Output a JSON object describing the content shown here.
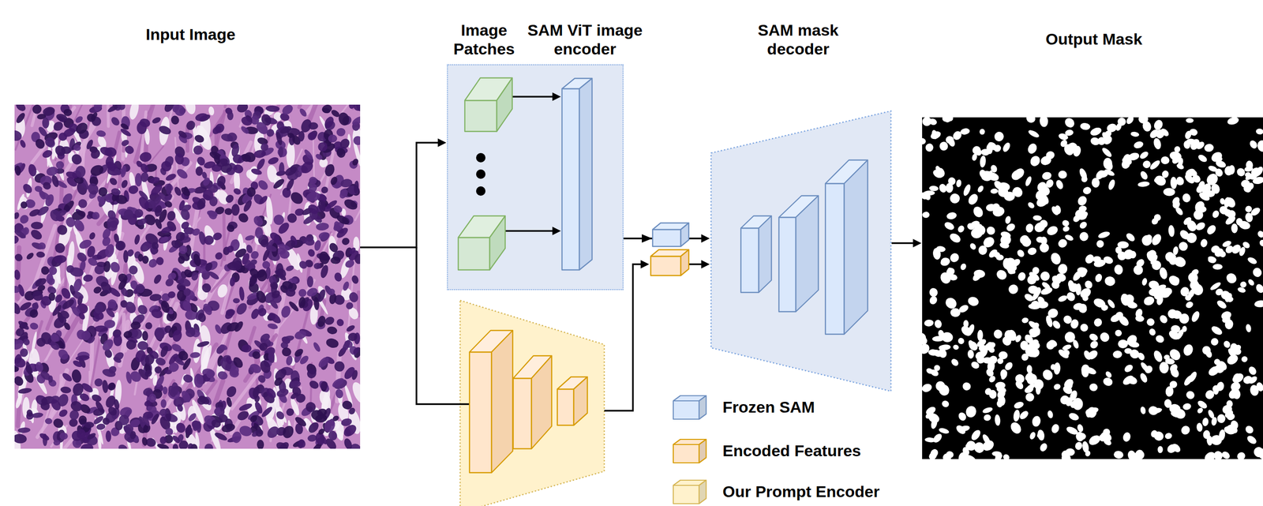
{
  "diagram": {
    "nodes": [
      {
        "text": [
          "Input Image"
        ]
      },
      {
        "text": [
          "Image Patches",
          "SAM ViT image encoder"
        ]
      },
      {
        "text": [
          "SAM mask decoder"
        ]
      },
      {
        "text": [
          "Output Mask"
        ]
      }
    ],
    "edges": [
      {
        "from": 0,
        "to": 1,
        "arrow": "to"
      },
      {
        "from": 1,
        "to": 2,
        "arrow": "to"
      },
      {
        "from": 2,
        "to": 3,
        "arrow": "to"
      }
    ],
    "legend": [
      {
        "text": "Frozen SAM",
        "color": "#dae8fc"
      },
      {
        "text": "Encoded Features",
        "color": "#ffe6cc"
      },
      {
        "text": "Our Prompt Encoder",
        "color": "#fff2cc"
      }
    ]
  }
}
